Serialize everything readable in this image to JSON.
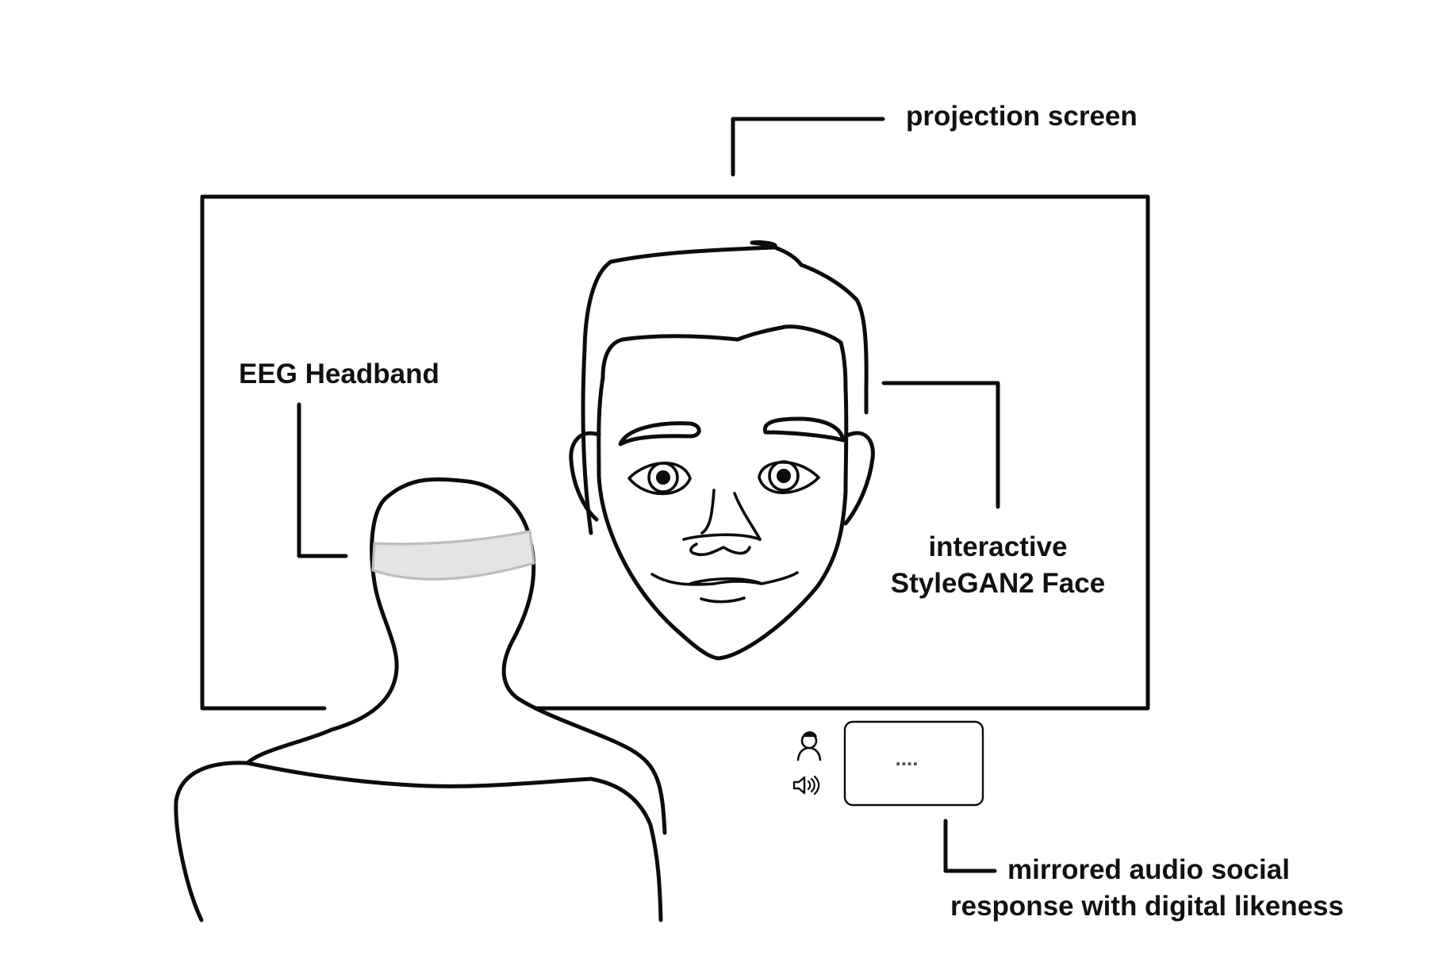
{
  "labels": {
    "projection_screen": "projection screen",
    "eeg_headband": "EEG Headband",
    "face_line1": "interactive",
    "face_line2": "StyleGAN2 Face",
    "audio_line1": "mirrored audio social",
    "audio_line2": "response with digital likeness"
  },
  "audio_box": {
    "placeholder_text": "....",
    "icons": [
      "person-icon",
      "speaker-icon"
    ]
  },
  "colors": {
    "line": "#0c0c0c",
    "headband_fill": "#e4e4e2",
    "headband_stroke": "#bdbdbb",
    "background": "#ffffff"
  }
}
